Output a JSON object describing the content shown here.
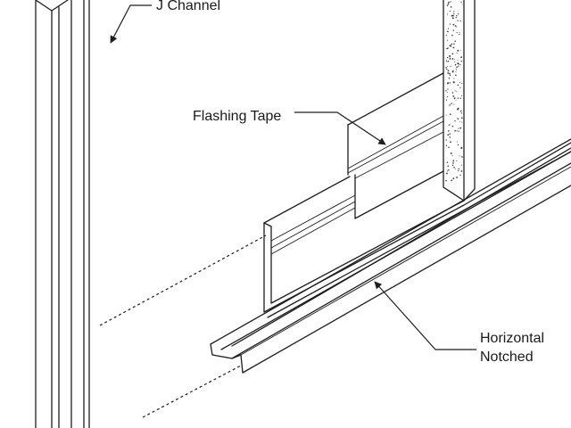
{
  "labels": {
    "j_channel": "J Channel",
    "flashing_tape": "Flashing Tape",
    "horizontal_notched_line1": "Horizontal",
    "horizontal_notched_line2": "Notched"
  },
  "colors": {
    "line": "#1e1e1e",
    "background": "#ffffff",
    "concrete_stipple": "#333333"
  }
}
